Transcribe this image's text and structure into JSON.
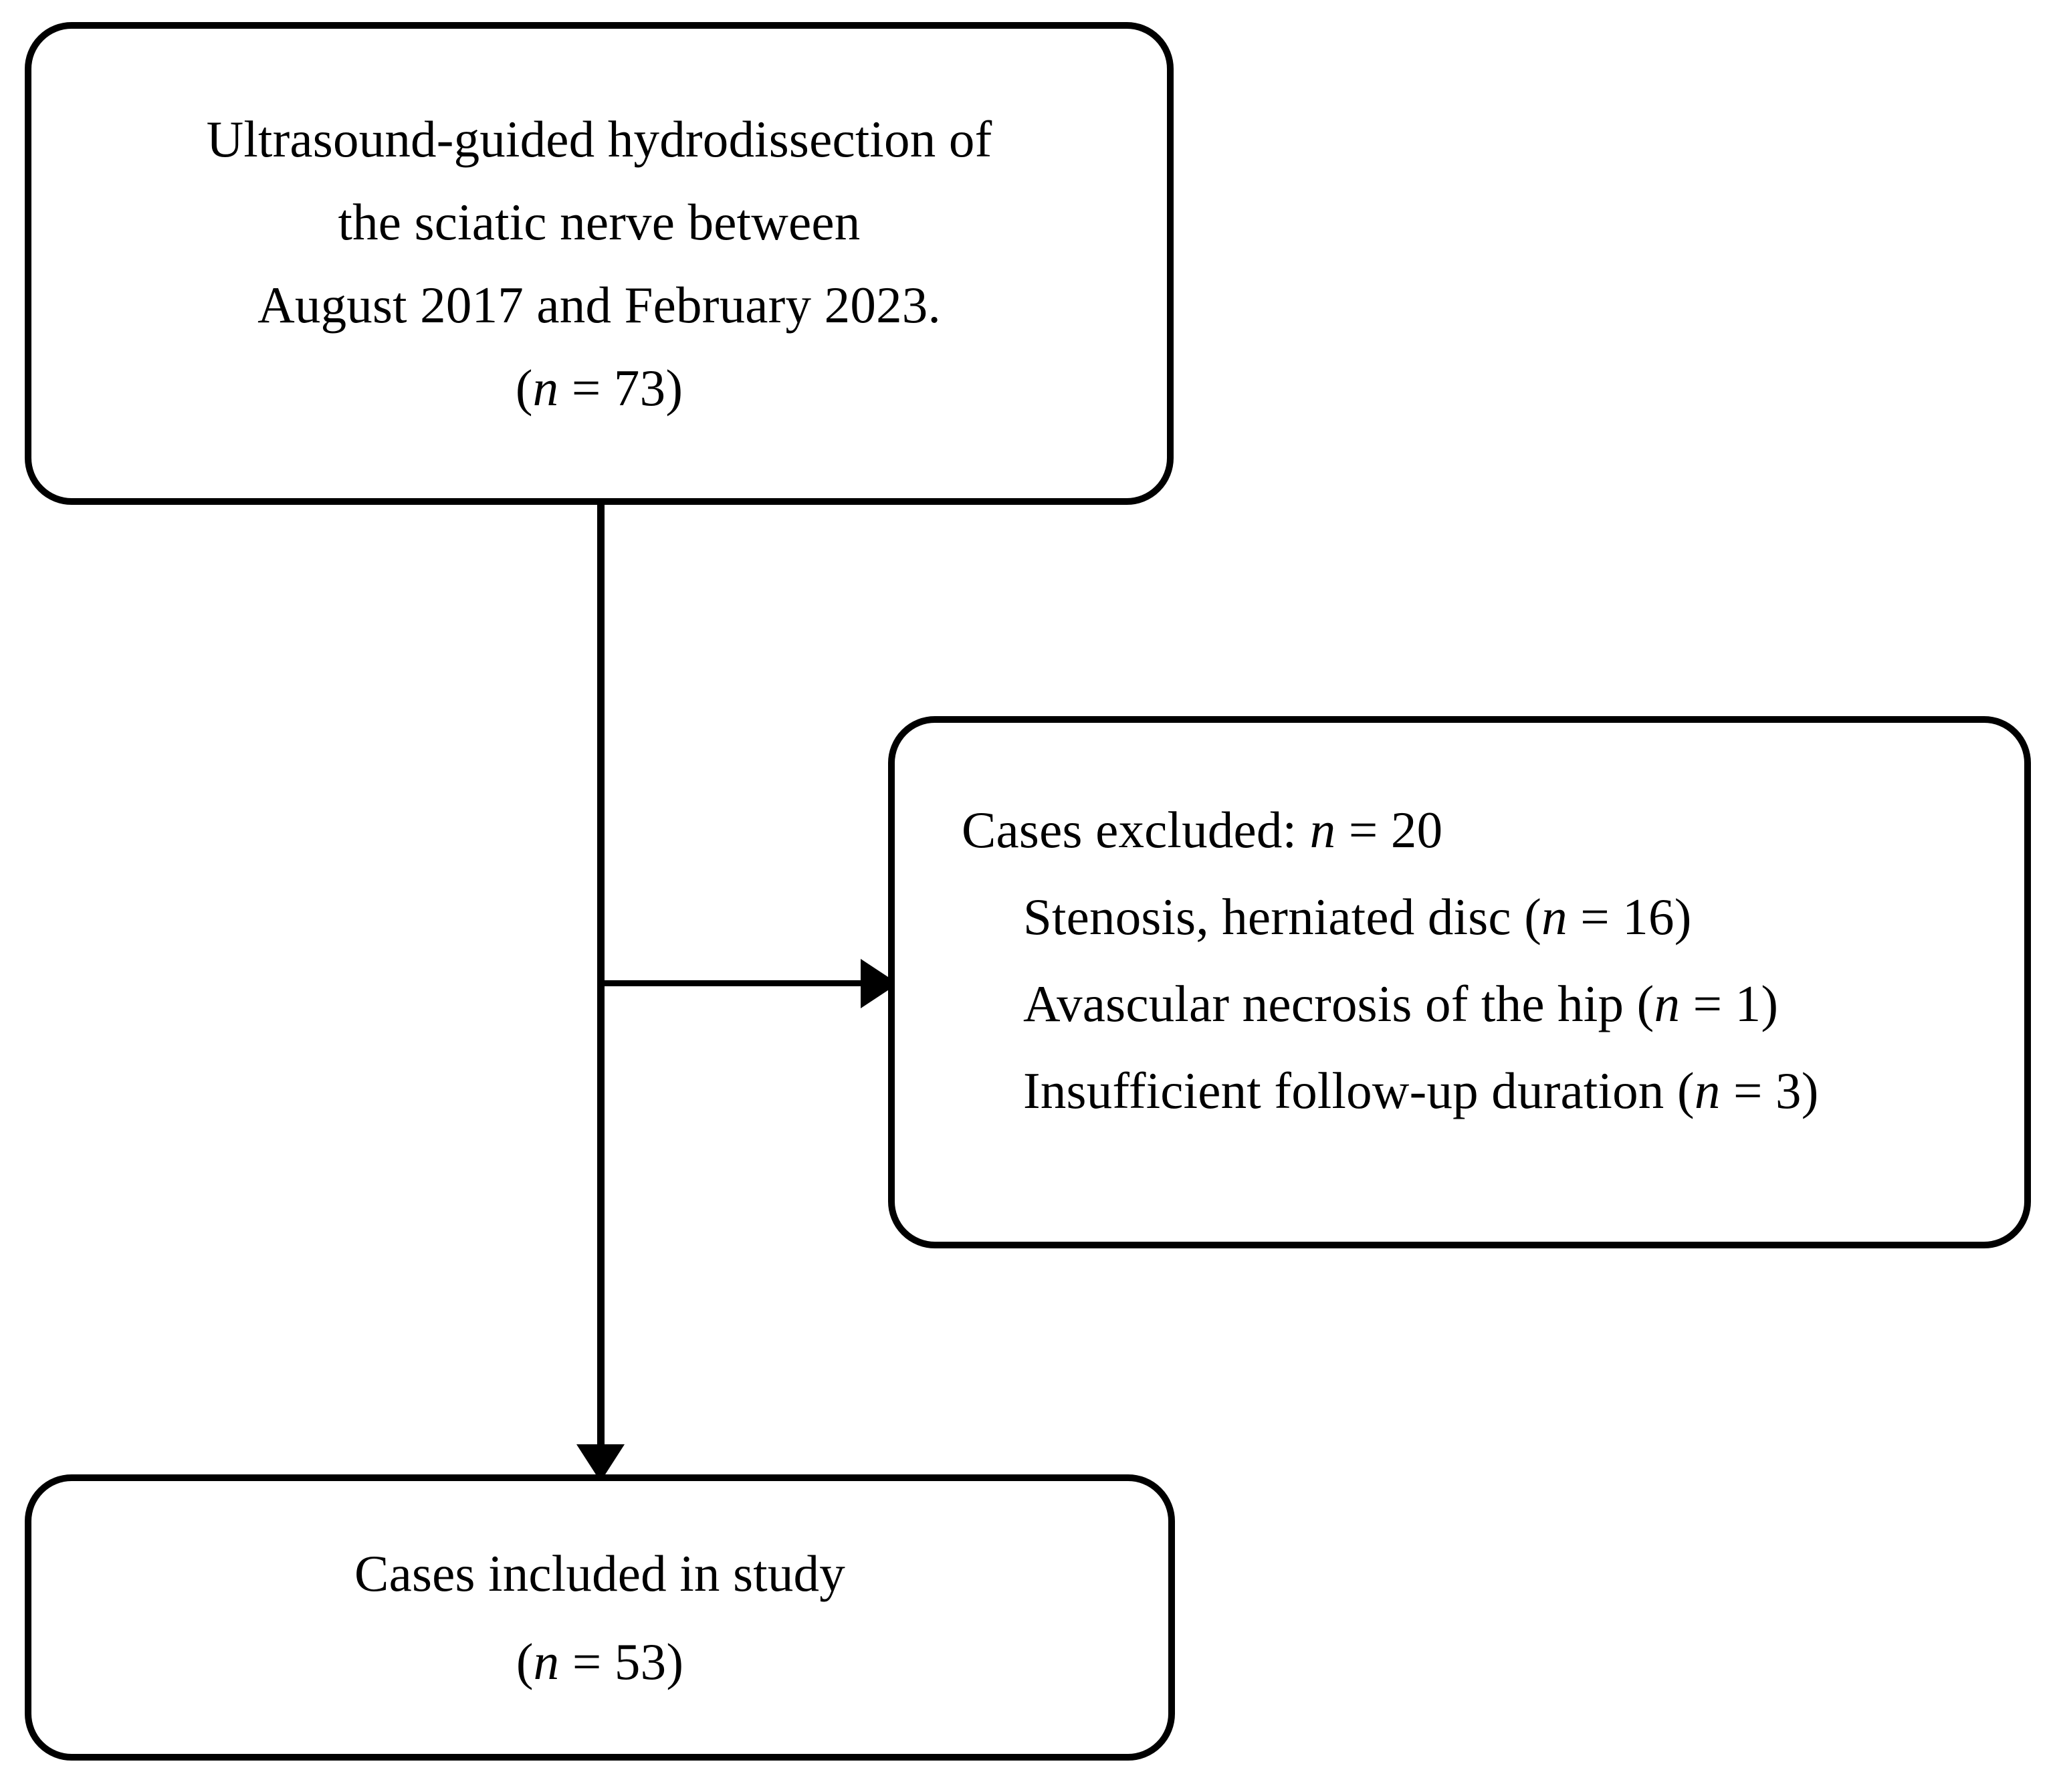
{
  "diagram": {
    "type": "flowchart",
    "title": "Study case selection flow diagram",
    "colors": {
      "stroke": "#000000",
      "fill": "#ffffff",
      "text": "#000000"
    },
    "boxes": {
      "source": {
        "name": "source-cohort-box",
        "lines": [
          "Ultrasound-guided hydrodissection of",
          "the sciatic nerve between",
          "August 2017 and February 2023."
        ],
        "count_prefix": "(",
        "count_symbol": "n",
        "count_eq": " = ",
        "count_value": "73",
        "count_suffix": ")"
      },
      "excluded": {
        "name": "excluded-cases-box",
        "heading_label": "Cases excluded: ",
        "heading_symbol": "n",
        "heading_eq": " = ",
        "heading_value": "20",
        "reasons": [
          {
            "label": "Stenosis, herniated disc ",
            "open": "(",
            "symbol": "n",
            "eq": " = ",
            "value": "16",
            "close": ")"
          },
          {
            "label": "Avascular necrosis of the hip ",
            "open": "(",
            "symbol": "n",
            "eq": " = ",
            "value": "1",
            "close": ")"
          },
          {
            "label": "Insufficient follow-up duration ",
            "open": "(",
            "symbol": "n",
            "eq": " = ",
            "value": "3",
            "close": ")"
          }
        ]
      },
      "included": {
        "name": "included-cases-box",
        "lines": [
          "Cases included in study"
        ],
        "count_prefix": "(",
        "count_symbol": "n",
        "count_eq": " = ",
        "count_value": "53",
        "count_suffix": ")"
      }
    },
    "connectors": [
      {
        "name": "vertical-flow-line",
        "from": "source-cohort-box",
        "to": "included-cases-box",
        "arrow": "down"
      },
      {
        "name": "exclusion-branch-line",
        "from": "vertical-flow-line",
        "to": "excluded-cases-box",
        "arrow": "right"
      }
    ]
  }
}
